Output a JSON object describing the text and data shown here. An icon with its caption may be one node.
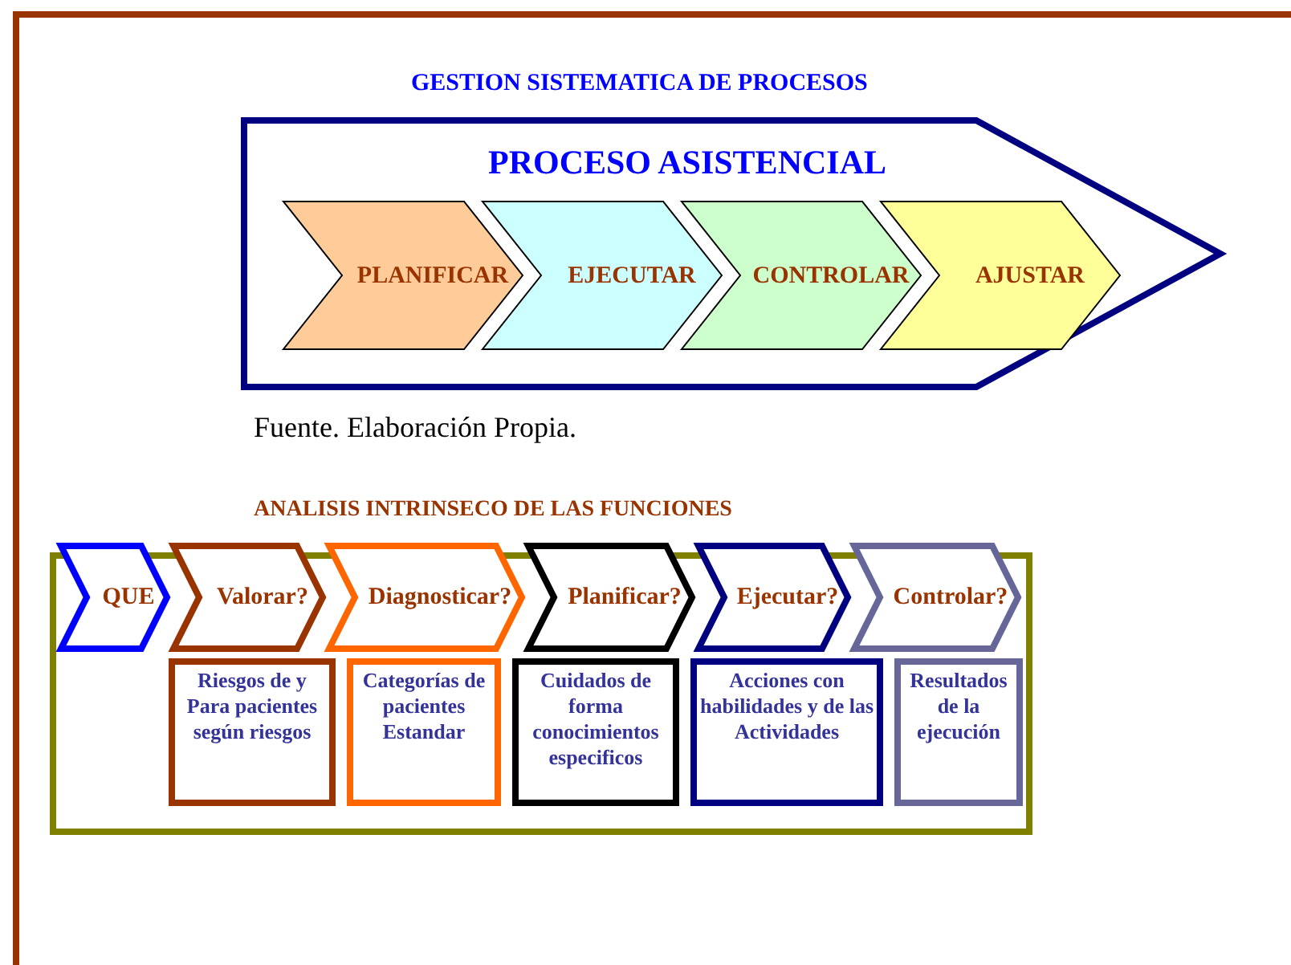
{
  "diagram": {
    "title": "GESTION SISTEMATICA DE PROCESOS",
    "caption": "Fuente. Elaboración Propia.",
    "nodes": [
      {
        "text": [
          "PROCESO ASISTENCIAL"
        ]
      },
      {
        "text": [
          "PLANIFICAR"
        ],
        "in": 0
      },
      {
        "text": [
          "EJECUTAR"
        ],
        "in": 0
      },
      {
        "text": [
          "CONTROLAR"
        ],
        "in": 0
      },
      {
        "text": [
          "AJUSTAR"
        ],
        "in": 0
      },
      {
        "text": [
          "ANALISIS INTRINSECO DE LAS FUNCIONES"
        ]
      },
      {
        "text": [
          "QUE"
        ],
        "in": 5
      },
      {
        "text": [
          "Valorar?"
        ],
        "in": 5
      },
      {
        "text": [
          "Diagnosticar?"
        ],
        "in": 5
      },
      {
        "text": [
          "Planificar?"
        ],
        "in": 5
      },
      {
        "text": [
          "Ejecutar?"
        ],
        "in": 5
      },
      {
        "text": [
          "Controlar?"
        ],
        "in": 5
      },
      {
        "text": [
          "Riesgos de y Para pacientes según riesgos"
        ],
        "in": 5
      },
      {
        "text": [
          "Categorías de pacientes Estandar"
        ],
        "in": 5
      },
      {
        "text": [
          "Cuidados de forma conocimientos especificos"
        ],
        "in": 5
      },
      {
        "text": [
          "Acciones con habilidades y de las Actividades"
        ],
        "in": 5
      },
      {
        "text": [
          "Resultados de la ejecución"
        ],
        "in": 5
      }
    ]
  }
}
